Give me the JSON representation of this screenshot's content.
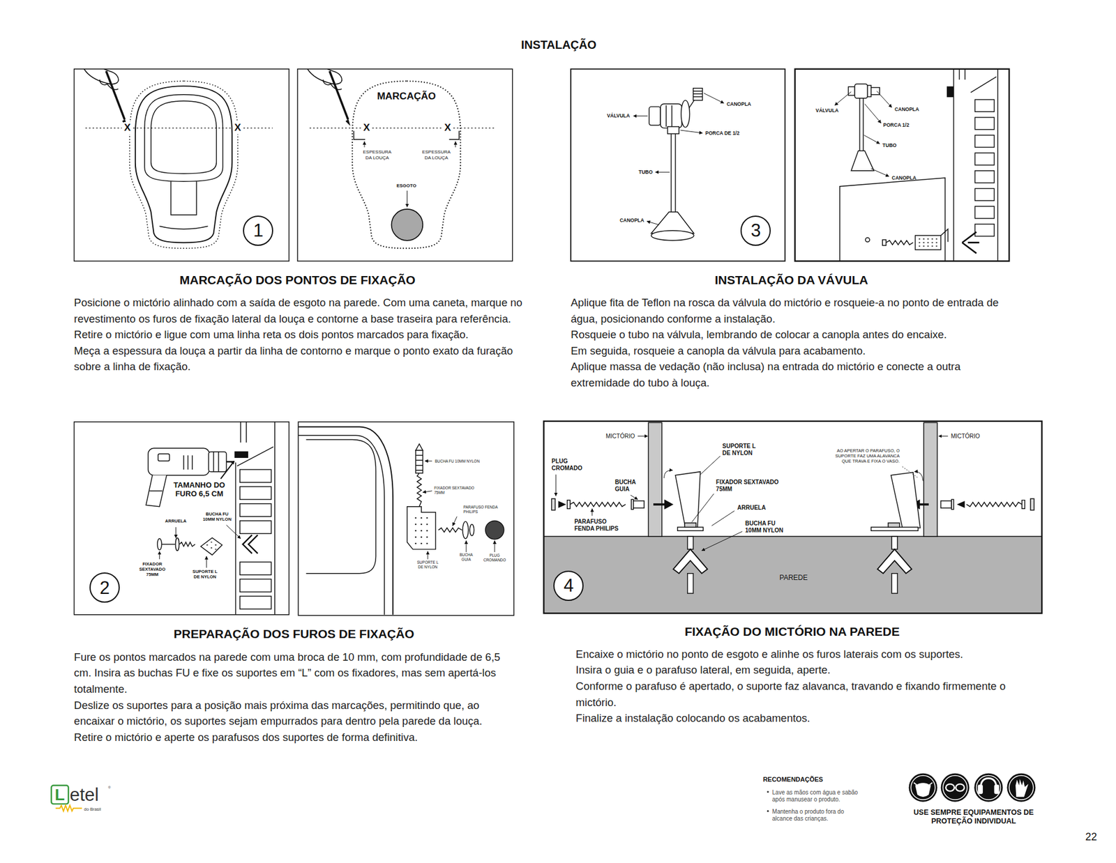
{
  "diagram": {
    "title": "INSTALAÇÃO",
    "nodes": [
      {
        "text": [
          "1"
        ]
      },
      {
        "text": [
          "3"
        ]
      },
      {
        "text": [
          "2"
        ]
      },
      {
        "text": [
          "4"
        ]
      }
    ],
    "labels": [
      "X",
      "X",
      "MARCAÇÃO",
      "X",
      "X",
      "ESPESSURA DA LOUÇA",
      "ESPESSURA DA LOUÇA",
      "ESGOTO",
      "MARCAÇÃO DOS PONTOS DE FIXAÇÃO",
      "Posicione o mictório alinhado com a saída de esgoto na parede. Com uma caneta, marque no revestimento os furos de fixação lateral da louça e contorne a base traseira para referência.",
      "Retire o mictório e ligue com uma linha reta os dois pontos marcados para fixação.",
      "Meça a espessura da louça a partir da linha de contorno e marque o ponto exato da furação sobre a linha de fixação.",
      "VÁLVULA",
      "CANOPLA",
      "PORCA DE 1/2",
      "TUBO",
      "CANOPLA",
      "VÁLVULA",
      "CANOPLA",
      "PORCA 1/2",
      "TUBO",
      "CANOPLA",
      "INSTALAÇÃO DA VÁVULA",
      "Aplique fita de Teflon na rosca da válvula do mictório e rosqueie-a no ponto de entrada de água, posicionando conforme a instalação.",
      "Rosqueie o tubo na válvula, lembrando de colocar a canopla antes do encaixe.",
      "Em seguida, rosqueie a canopla da válvula para acabamento.",
      "Aplique massa de vedação (não inclusa) na entrada do mictório e conecte a outra extremidade do tubo à louça.",
      "TAMANHO DO FURO 6,5 CM",
      "ARRUELA",
      "BUCHA FU 10MM NYLON",
      "FIXADOR SEXTAVADO 75MM",
      "SUPORTE L DE NYLON",
      "BUCHA FU 10MM NYLON",
      "FIXADOR SEXTAVADO 75MM",
      "PARAFUSO FENDA PHILIPS",
      "SUPORTE L DE NYLON",
      "BUCHA GUIA",
      "PLUG CROMANDO",
      "PREPARAÇÃO DOS FUROS DE FIXAÇÃO",
      "Fure os pontos marcados na parede com uma broca de 10 mm, com profundidade de 6,5 cm. Insira as buchas FU e fixe os suportes em “L” com os fixadores, mas sem apertá-los totalmente.",
      "Deslize os suportes para a posição mais próxima das marcações, permitindo que, ao encaixar o mictório, os suportes sejam empurrados para dentro pela parede da louça.",
      "Retire o mictório e aperte os parafusos dos suportes de forma definitiva.",
      "MICTÓRIO",
      "PLUG CROMADO",
      "BUCHA GUIA",
      "PARAFUSO FENDA PHILIPS",
      "SUPORTE L DE NYLON",
      "FIXADOR SEXTAVADO 75MM",
      "ARRUELA",
      "BUCHA FU 10MM NYLON",
      "PAREDE",
      "AO APERTAR O PARAFUSO, O SUPORTE FAZ UMA ALAVANCA QUE TRAVA E FIXA O VASO.",
      "MICTÓRIO",
      "FIXAÇÃO DO MICTÓRIO NA PAREDE",
      "Encaixe o mictório no ponto de esgoto e alinhe os furos laterais com os suportes.",
      "Insira o guia e o parafuso lateral, em seguida, aperte.",
      "Conforme o parafuso é apertado, o suporte faz alavanca, travando e fixando firmemente o mictório.",
      "Finalize a instalação colocando os acabamentos.",
      "RECOMENDAÇÕES",
      "Lave as mãos com água e sabão após manusear o produto.",
      "Mantenha o produto fora do alcance das crianças.",
      "USE SEMPRE EQUIPAMENTOS DE PROTEÇÃO INDIVIDUAL",
      "L",
      "etel",
      "®",
      "do Brasil",
      "22"
    ]
  }
}
